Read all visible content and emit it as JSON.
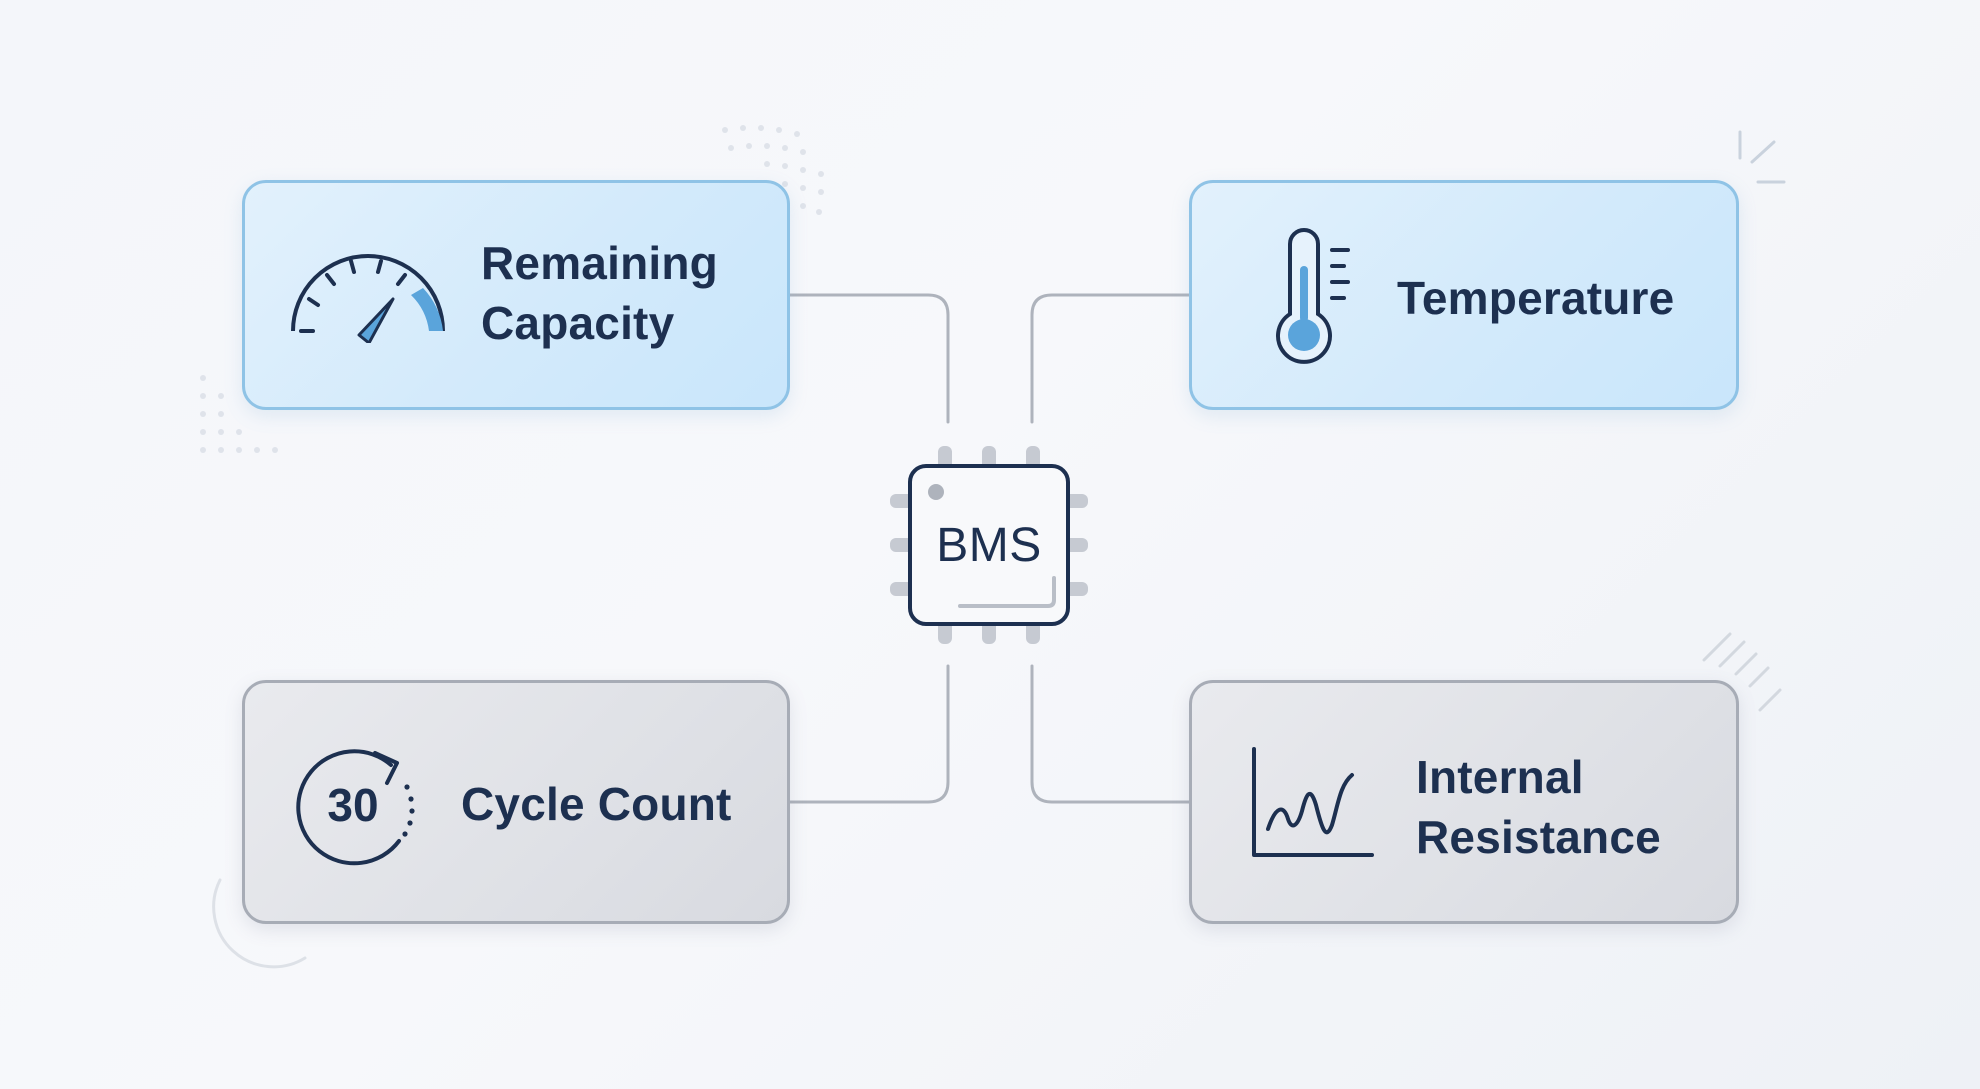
{
  "center": {
    "label": "BMS",
    "icon": "chip-icon"
  },
  "cards": {
    "capacity": {
      "line1": "Remaining",
      "line2": "Capacity",
      "icon": "speedometer-icon",
      "tone": "blue"
    },
    "temperature": {
      "label": "Temperature",
      "icon": "thermometer-icon",
      "tone": "blue"
    },
    "cycle": {
      "icon_number": "30",
      "label": "Cycle Count",
      "icon": "cycle-arrow-icon",
      "tone": "gray"
    },
    "resistance": {
      "line1": "Internal",
      "line2": "Resistance",
      "icon": "waveform-graph-icon",
      "tone": "gray"
    }
  },
  "colors": {
    "text": "#1d3050",
    "connector": "#aeb3bc",
    "blue_border": "#8fc3e6",
    "blue_fill": "#d3eafb",
    "gray_border": "#a7acb6",
    "gray_fill": "#dfe1e6",
    "accent_blue": "#5aa4db"
  }
}
